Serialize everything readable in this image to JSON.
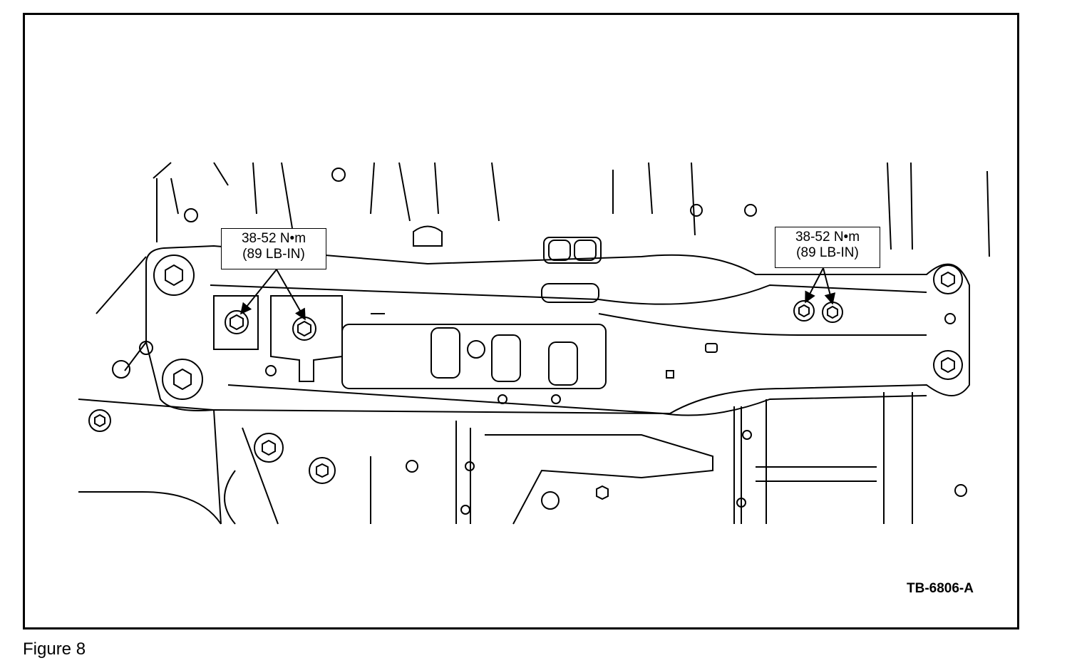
{
  "callouts": {
    "left": {
      "torque_metric": "38-52 N•m",
      "torque_imperial": "(89 LB-IN)"
    },
    "right": {
      "torque_metric": "38-52 N•m",
      "torque_imperial": "(89 LB-IN)"
    }
  },
  "figure": {
    "code": "TB-6806-A",
    "caption": "Figure 8"
  },
  "colors": {
    "line": "#000000",
    "background": "#ffffff"
  }
}
